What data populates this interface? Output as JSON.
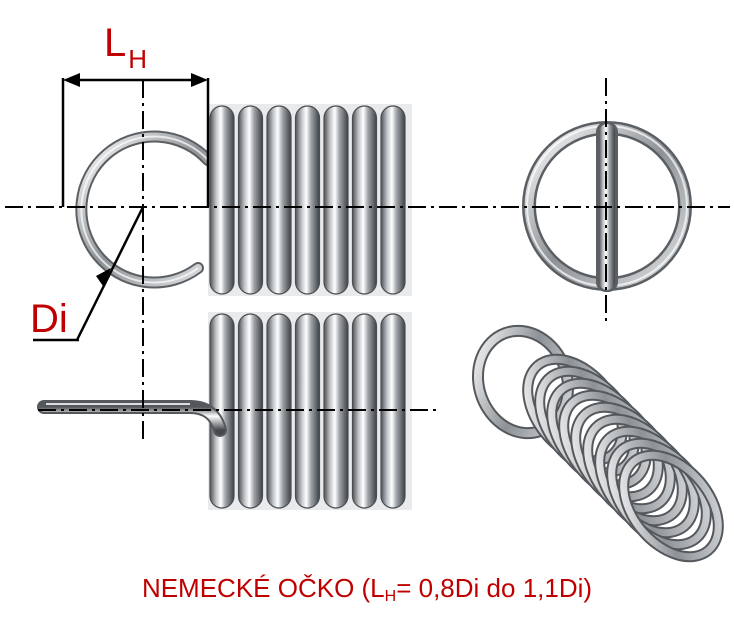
{
  "labels": {
    "lh_main": "L",
    "lh_sub": "H",
    "di": "Di"
  },
  "caption": {
    "prefix": "NEMECKÉ OČKO (L",
    "sub": "H",
    "suffix": "= 0,8Di do 1,1Di)"
  },
  "colors": {
    "label": "#c00000",
    "axis": "#000000",
    "metal_dark": "#5e6266",
    "metal_light": "#f4f5f6"
  }
}
